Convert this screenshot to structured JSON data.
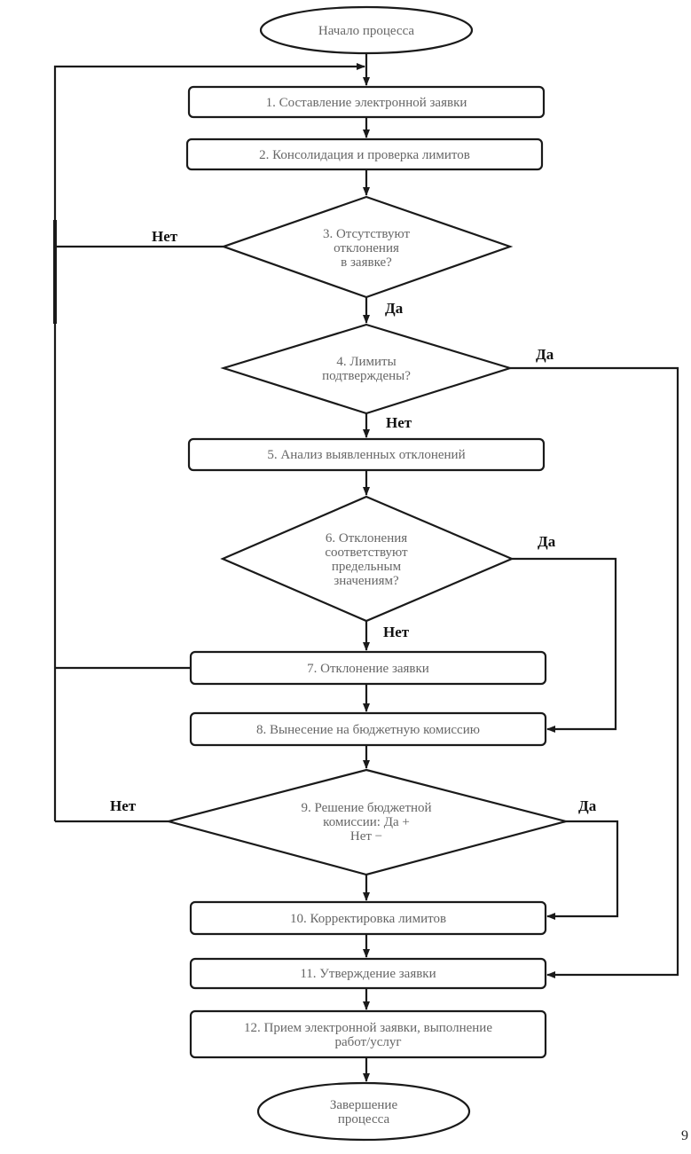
{
  "nodes": {
    "start": [
      "Начало процесса"
    ],
    "n1": [
      "1. Составление электронной заявки"
    ],
    "n2": [
      "2. Консолидация и проверка лимитов"
    ],
    "n3": [
      "3. Отсутствуют",
      "отклонения",
      "в заявке?"
    ],
    "n4": [
      "4. Лимиты",
      "подтверждены?"
    ],
    "n5": [
      "5. Анализ выявленных отклонений"
    ],
    "n6": [
      "6. Отклонения",
      "соответствуют",
      "предельным",
      "значениям?"
    ],
    "n7": [
      "7. Отклонение заявки"
    ],
    "n8": [
      "8. Вынесение на бюджетную комиссию"
    ],
    "n9": [
      "9. Решение бюджетной",
      "комиссии: Да +",
      "Нет −"
    ],
    "n10": [
      "10. Корректировка лимитов"
    ],
    "n11": [
      "11. Утверждение заявки"
    ],
    "n12": [
      "12. Прием электронной заявки, выполнение",
      "работ/услуг"
    ],
    "end": [
      "Завершение",
      "процесса"
    ]
  },
  "edge_labels": {
    "n3_no": "Нет",
    "n3_yes": "Да",
    "n4_yes": "Да",
    "n4_no": "Нет",
    "n6_yes": "Да",
    "n6_no": "Нет",
    "n9_no": "Нет",
    "n9_yes": "Да"
  },
  "corner_mark": "9"
}
